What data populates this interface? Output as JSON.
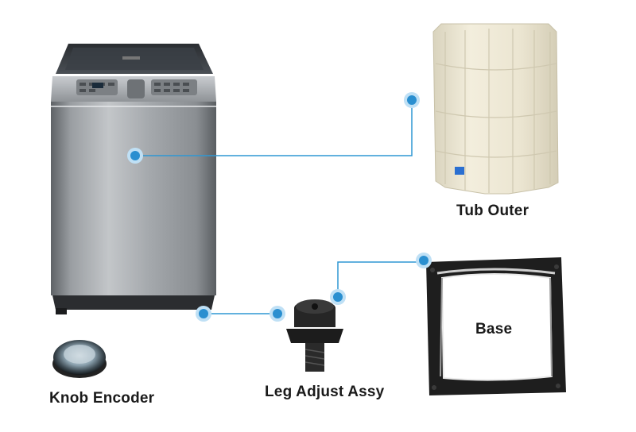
{
  "labels": {
    "tub_outer": "Tub Outer",
    "base": "Base",
    "leg_adjust": "Leg Adjust Assy",
    "knob_encoder": "Knob Encoder"
  },
  "colors": {
    "connector": "#2f97d3",
    "marker_outer": "#bfe0f5",
    "marker_inner": "#2a8fd0",
    "washer_body": "#8e9296",
    "tub": "#ece6d2",
    "base_frame": "#1e1e1e"
  },
  "icons": [
    "washing-machine",
    "tub-outer",
    "base-frame",
    "leg-adjust",
    "knob-encoder"
  ]
}
